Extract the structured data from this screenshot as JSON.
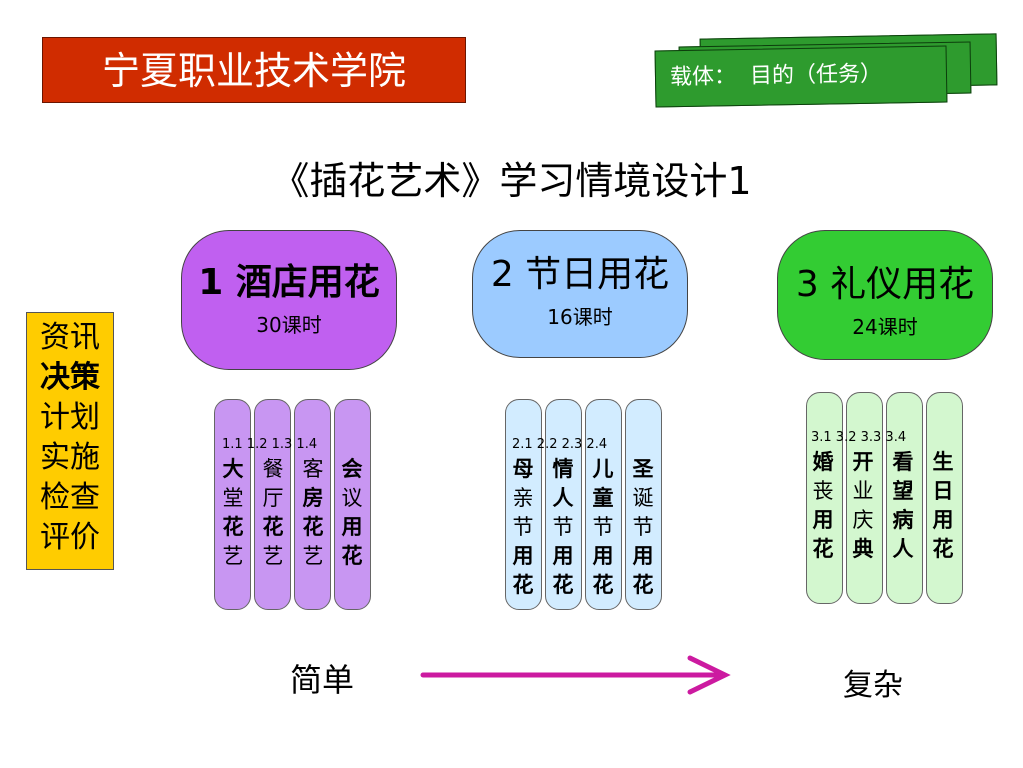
{
  "school": "宁夏职业技术学院",
  "carrier_label": "载体：  目的（任务）",
  "title": "《插花艺术》学习情境设计1",
  "categories": [
    {
      "name": "1 酒店用花",
      "hours": "30课时"
    },
    {
      "name": "2 节日用花",
      "hours": "16课时"
    },
    {
      "name": "3 礼仪用花",
      "hours": "24课时"
    }
  ],
  "steps": [
    "资讯",
    "决策",
    "计划",
    "实施",
    "检查",
    "评价"
  ],
  "groups": [
    {
      "numbers": "1.1 1.2 1.3 1.4",
      "items": [
        [
          "大",
          "堂",
          "花",
          "艺"
        ],
        [
          "餐",
          "厅",
          "花",
          "艺"
        ],
        [
          "客",
          "房",
          "花",
          "艺"
        ],
        [
          "会",
          "议",
          "用",
          "花"
        ]
      ]
    },
    {
      "numbers": "2.1 2.2 2.3 2.4",
      "items": [
        [
          "母",
          "亲",
          "节",
          "用",
          "花"
        ],
        [
          "情",
          "人",
          "节",
          "用",
          "花"
        ],
        [
          "儿",
          "童",
          "节",
          "用",
          "花"
        ],
        [
          "圣",
          "诞",
          "节",
          "用",
          "花"
        ]
      ]
    },
    {
      "numbers": "3.1 3.2 3.3 3.4",
      "items": [
        [
          "婚",
          "丧",
          "用",
          "花"
        ],
        [
          "开",
          "业",
          "庆",
          "典"
        ],
        [
          "看",
          "望",
          "病",
          "人"
        ],
        [
          "生",
          "日",
          "用",
          "花"
        ]
      ]
    }
  ],
  "simple": "简单",
  "complex": "复杂",
  "colors": {
    "banner": "#d02c00",
    "carrier": "#2e9b2e",
    "cat1": "#c060f0",
    "cat2": "#9ccbff",
    "cat3": "#33cc33",
    "steps_bg": "#ffcc00",
    "arrow": "#cc1aa0"
  }
}
